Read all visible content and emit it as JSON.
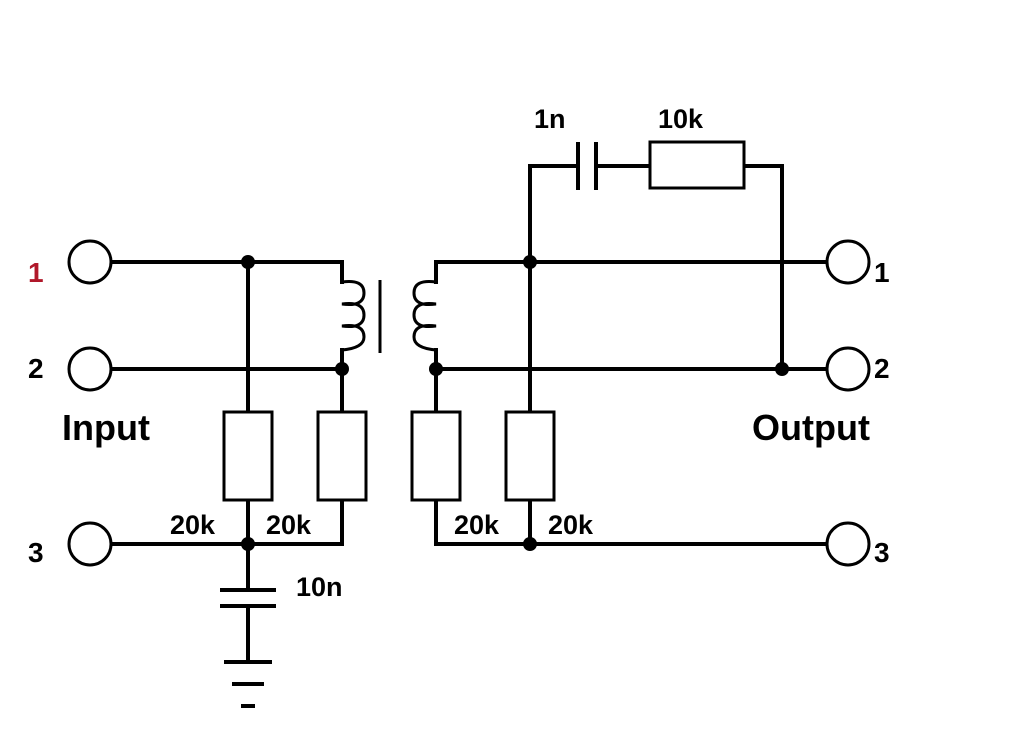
{
  "input": {
    "title": "Input",
    "pins": [
      "1",
      "2",
      "3"
    ]
  },
  "output": {
    "title": "Output",
    "pins": [
      "1",
      "2",
      "3"
    ]
  },
  "components": {
    "r_in_a": "20k",
    "r_in_b": "20k",
    "r_out_a": "20k",
    "r_out_b": "20k",
    "c_ground": "10n",
    "c_feedback": "1n",
    "r_feedback": "10k"
  },
  "colors": {
    "ink": "#000000",
    "pin_label": "#b0182a"
  }
}
